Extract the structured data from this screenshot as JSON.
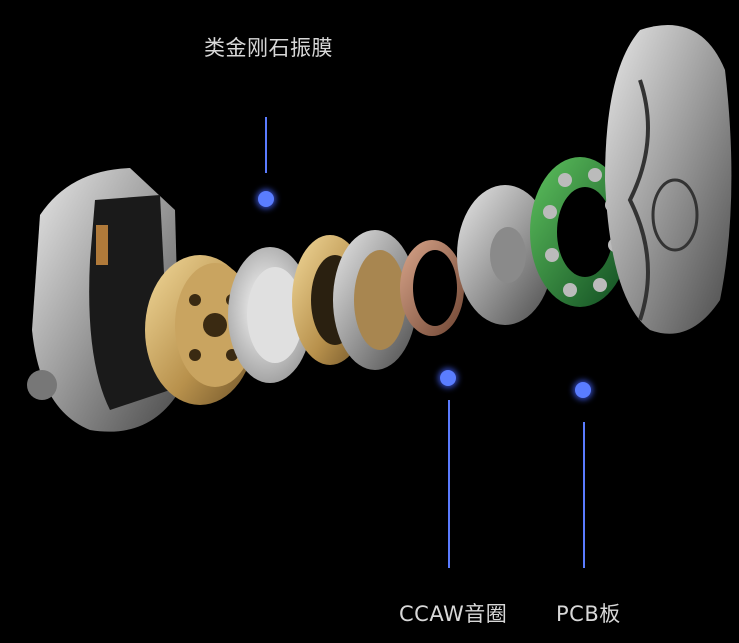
{
  "callouts": [
    {
      "id": "diaphragm",
      "label": "类金刚石振膜"
    },
    {
      "id": "voice-coil",
      "label": "CCAW音圈"
    },
    {
      "id": "pcb",
      "label": "PCB板"
    }
  ],
  "colors": {
    "background": "#000000",
    "callout_accent": "#5a7dff",
    "label_text": "#d8d8d8"
  }
}
